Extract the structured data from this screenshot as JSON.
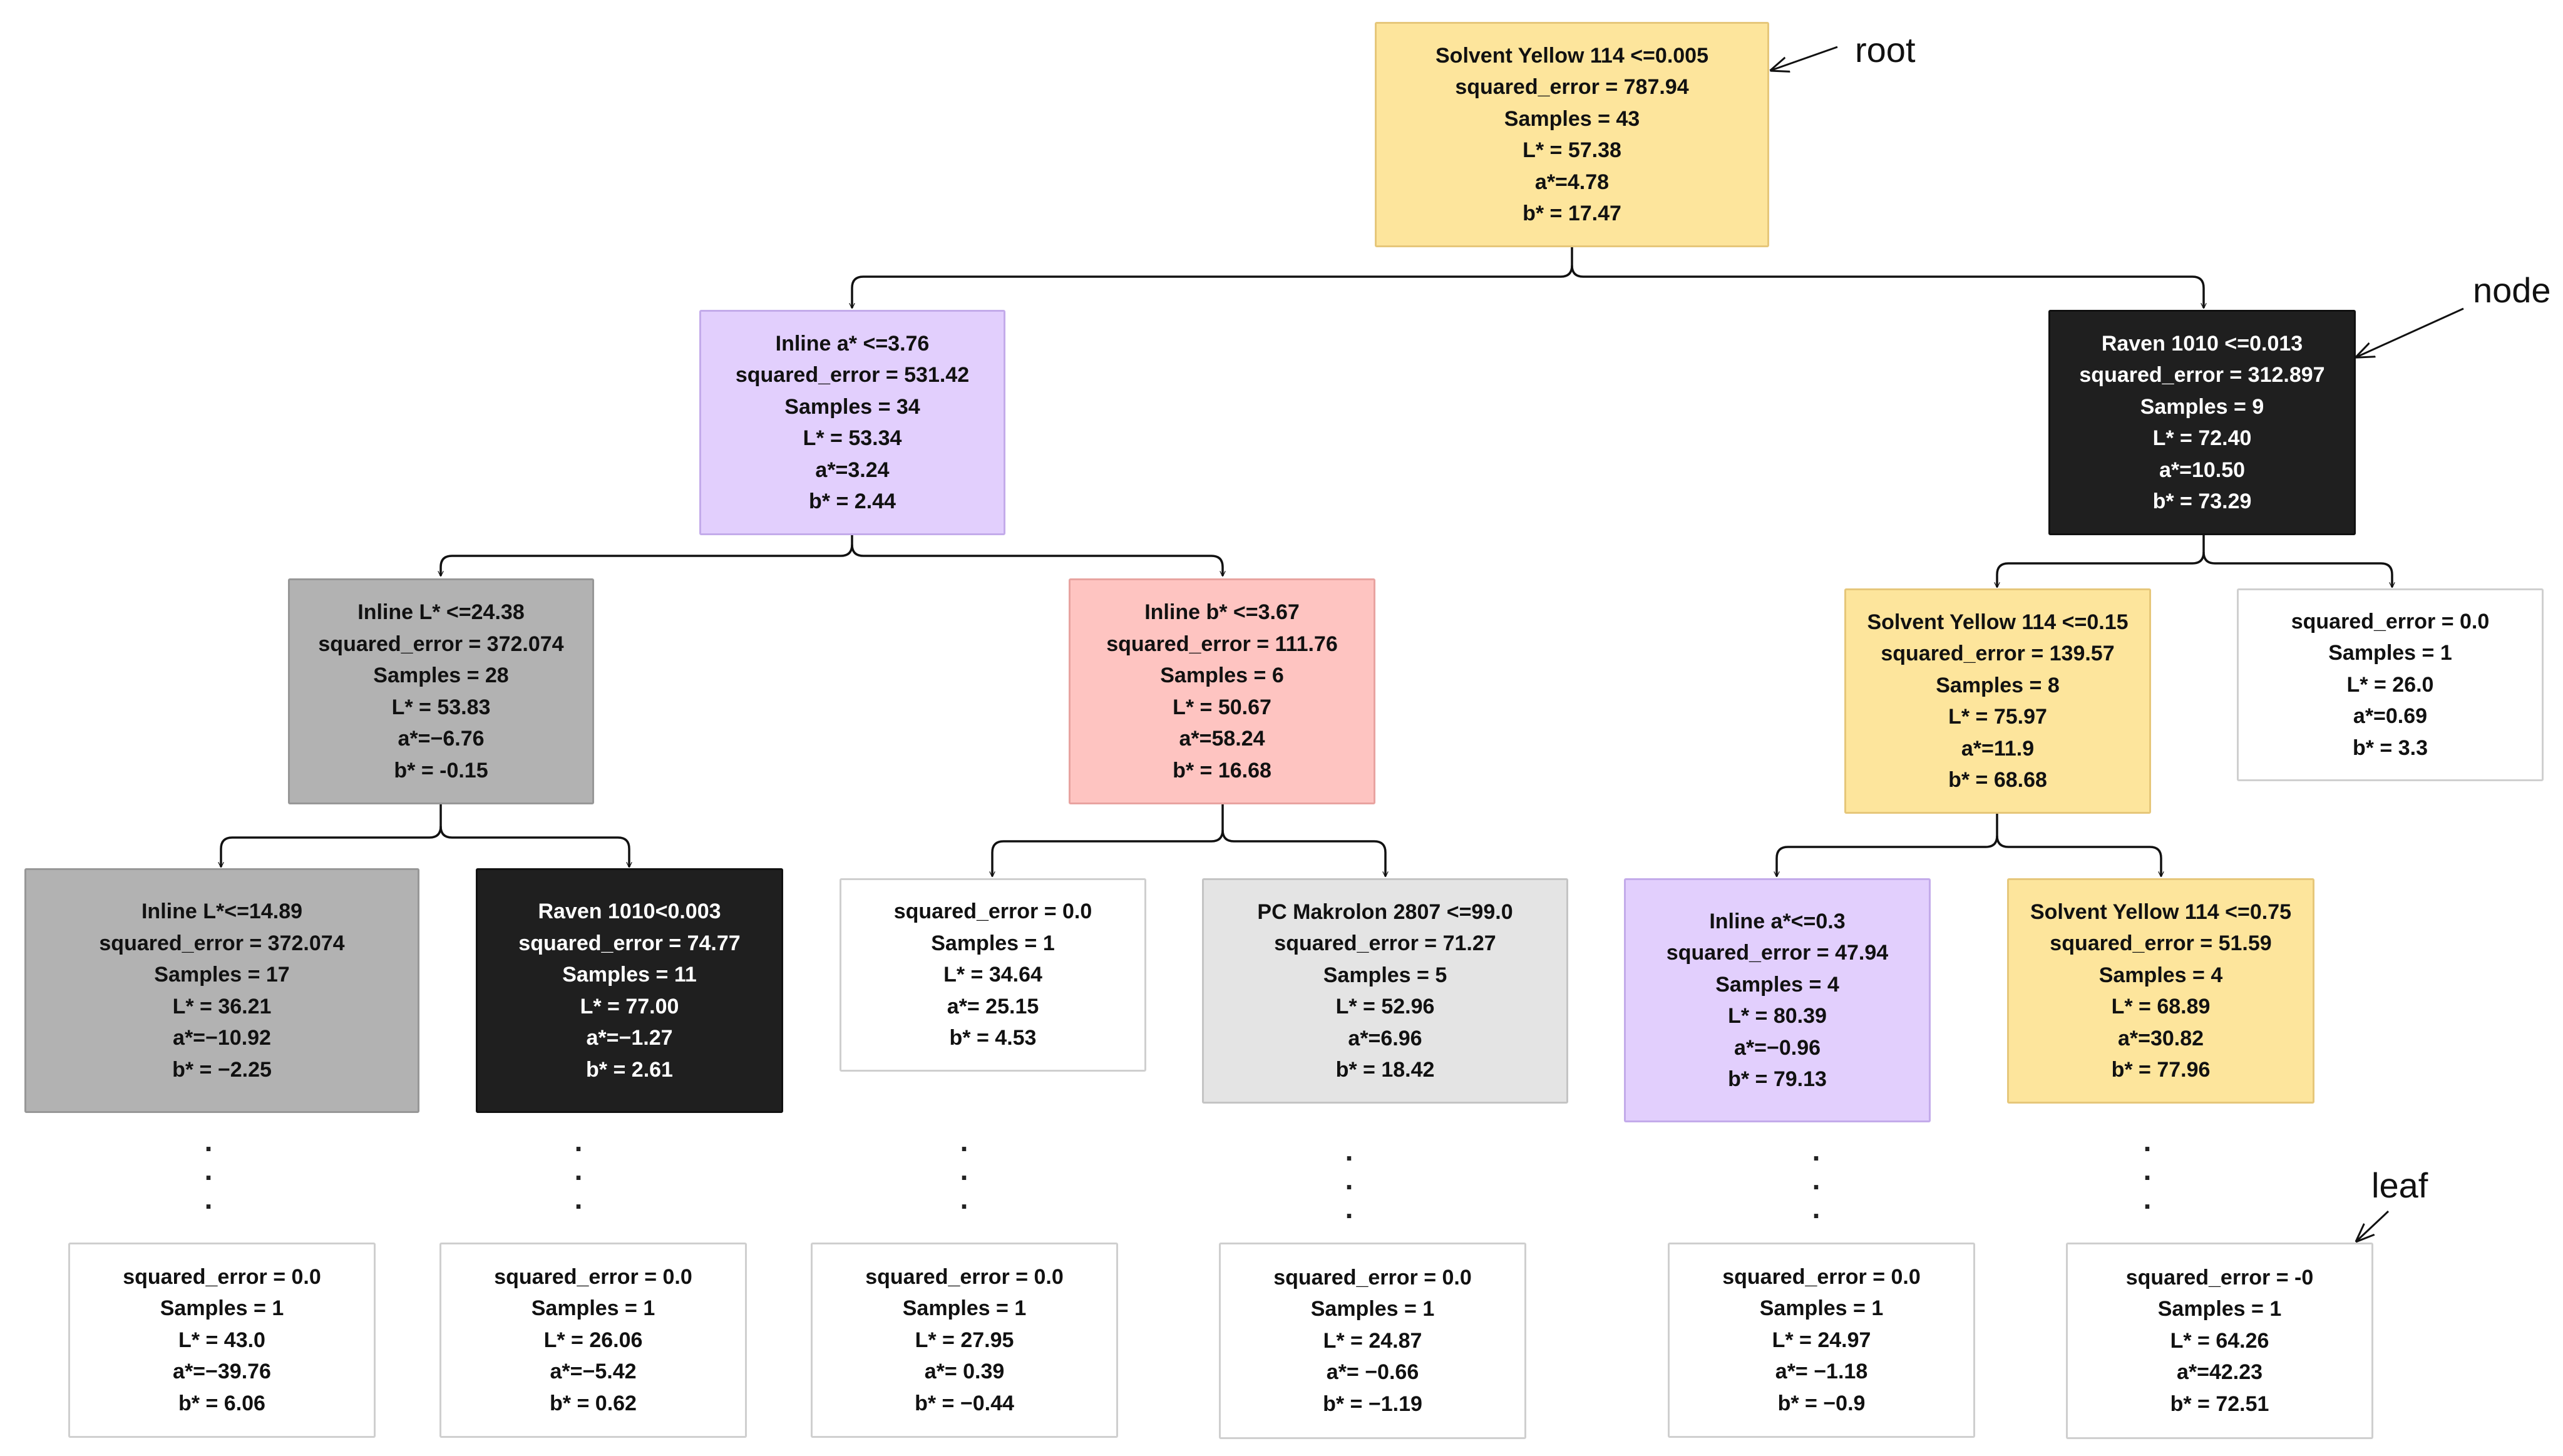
{
  "annotations": {
    "root": "root",
    "node": "node",
    "leaf": "leaf"
  },
  "colors": {
    "yellow": "#fde59c",
    "purple": "#e2cffd",
    "black": "#1f1f1f",
    "gray": "#b2b2b2",
    "pink": "#fec4c1",
    "white": "#ffffff",
    "light_gray": "#e4e4e4",
    "line": "#111111"
  },
  "nodes": {
    "root": [
      "Solvent Yellow 114 <=0.005",
      "squared_error = 787.94",
      "Samples = 43",
      "L* = 57.38",
      "a*=4.78",
      "b* = 17.47"
    ],
    "l1_left": [
      "Inline a* <=3.76",
      "squared_error = 531.42",
      "Samples = 34",
      "L* = 53.34",
      "a*=3.24",
      "b* = 2.44"
    ],
    "l1_right": [
      "Raven 1010 <=0.013",
      "squared_error = 312.897",
      "Samples = 9",
      "L* = 72.40",
      "a*=10.50",
      "b* = 73.29"
    ],
    "l2_a": [
      "Inline L* <=24.38",
      "squared_error = 372.074",
      "Samples = 28",
      "L* = 53.83",
      "a*=−6.76",
      "b* = -0.15"
    ],
    "l2_b": [
      "Inline b* <=3.67",
      "squared_error = 111.76",
      "Samples = 6",
      "L* = 50.67",
      "a*=58.24",
      "b* = 16.68"
    ],
    "l2_c": [
      "Solvent Yellow 114 <=0.15",
      "squared_error = 139.57",
      "Samples = 8",
      "L* = 75.97",
      "a*=11.9",
      "b* = 68.68"
    ],
    "l2_d": [
      "squared_error = 0.0",
      "Samples = 1",
      "L* = 26.0",
      "a*=0.69",
      "b* = 3.3"
    ],
    "l3_a": [
      "Inline L*<=14.89",
      "squared_error = 372.074",
      "Samples = 17",
      "L* = 36.21",
      "a*=−10.92",
      "b* = −2.25"
    ],
    "l3_b": [
      "Raven 1010<0.003",
      "squared_error = 74.77",
      "Samples = 11",
      "L* = 77.00",
      "a*=−1.27",
      "b* = 2.61"
    ],
    "l3_c": [
      "squared_error = 0.0",
      "Samples = 1",
      "L* = 34.64",
      "a*= 25.15",
      "b* = 4.53"
    ],
    "l3_d": [
      "PC Makrolon 2807 <=99.0",
      "squared_error = 71.27",
      "Samples = 5",
      "L* = 52.96",
      "a*=6.96",
      "b* = 18.42"
    ],
    "l3_e": [
      "Inline a*<=0.3",
      "squared_error = 47.94",
      "Samples = 4",
      "L* = 80.39",
      "a*=−0.96",
      "b* = 79.13"
    ],
    "l3_f": [
      "Solvent Yellow 114 <=0.75",
      "squared_error = 51.59",
      "Samples = 4",
      "L* = 68.89",
      "a*=30.82",
      "b* = 77.96"
    ],
    "leaf_a": [
      "squared_error = 0.0",
      "Samples = 1",
      "L* = 43.0",
      "a*=−39.76",
      "b* = 6.06"
    ],
    "leaf_b": [
      "squared_error = 0.0",
      "Samples = 1",
      "L* = 26.06",
      "a*=−5.42",
      "b* = 0.62"
    ],
    "leaf_c": [
      "squared_error = 0.0",
      "Samples = 1",
      "L* = 27.95",
      "a*= 0.39",
      "b* = −0.44"
    ],
    "leaf_d": [
      "squared_error = 0.0",
      "Samples = 1",
      "L* = 24.87",
      "a*= −0.66",
      "b* = −1.19"
    ],
    "leaf_e": [
      "squared_error = 0.0",
      "Samples = 1",
      "L* = 24.97",
      "a*= −1.18",
      "b* = −0.9"
    ],
    "leaf_f": [
      "squared_error = -0",
      "Samples = 1",
      "L* = 64.26",
      "a*=42.23",
      "b* = 72.51"
    ]
  }
}
